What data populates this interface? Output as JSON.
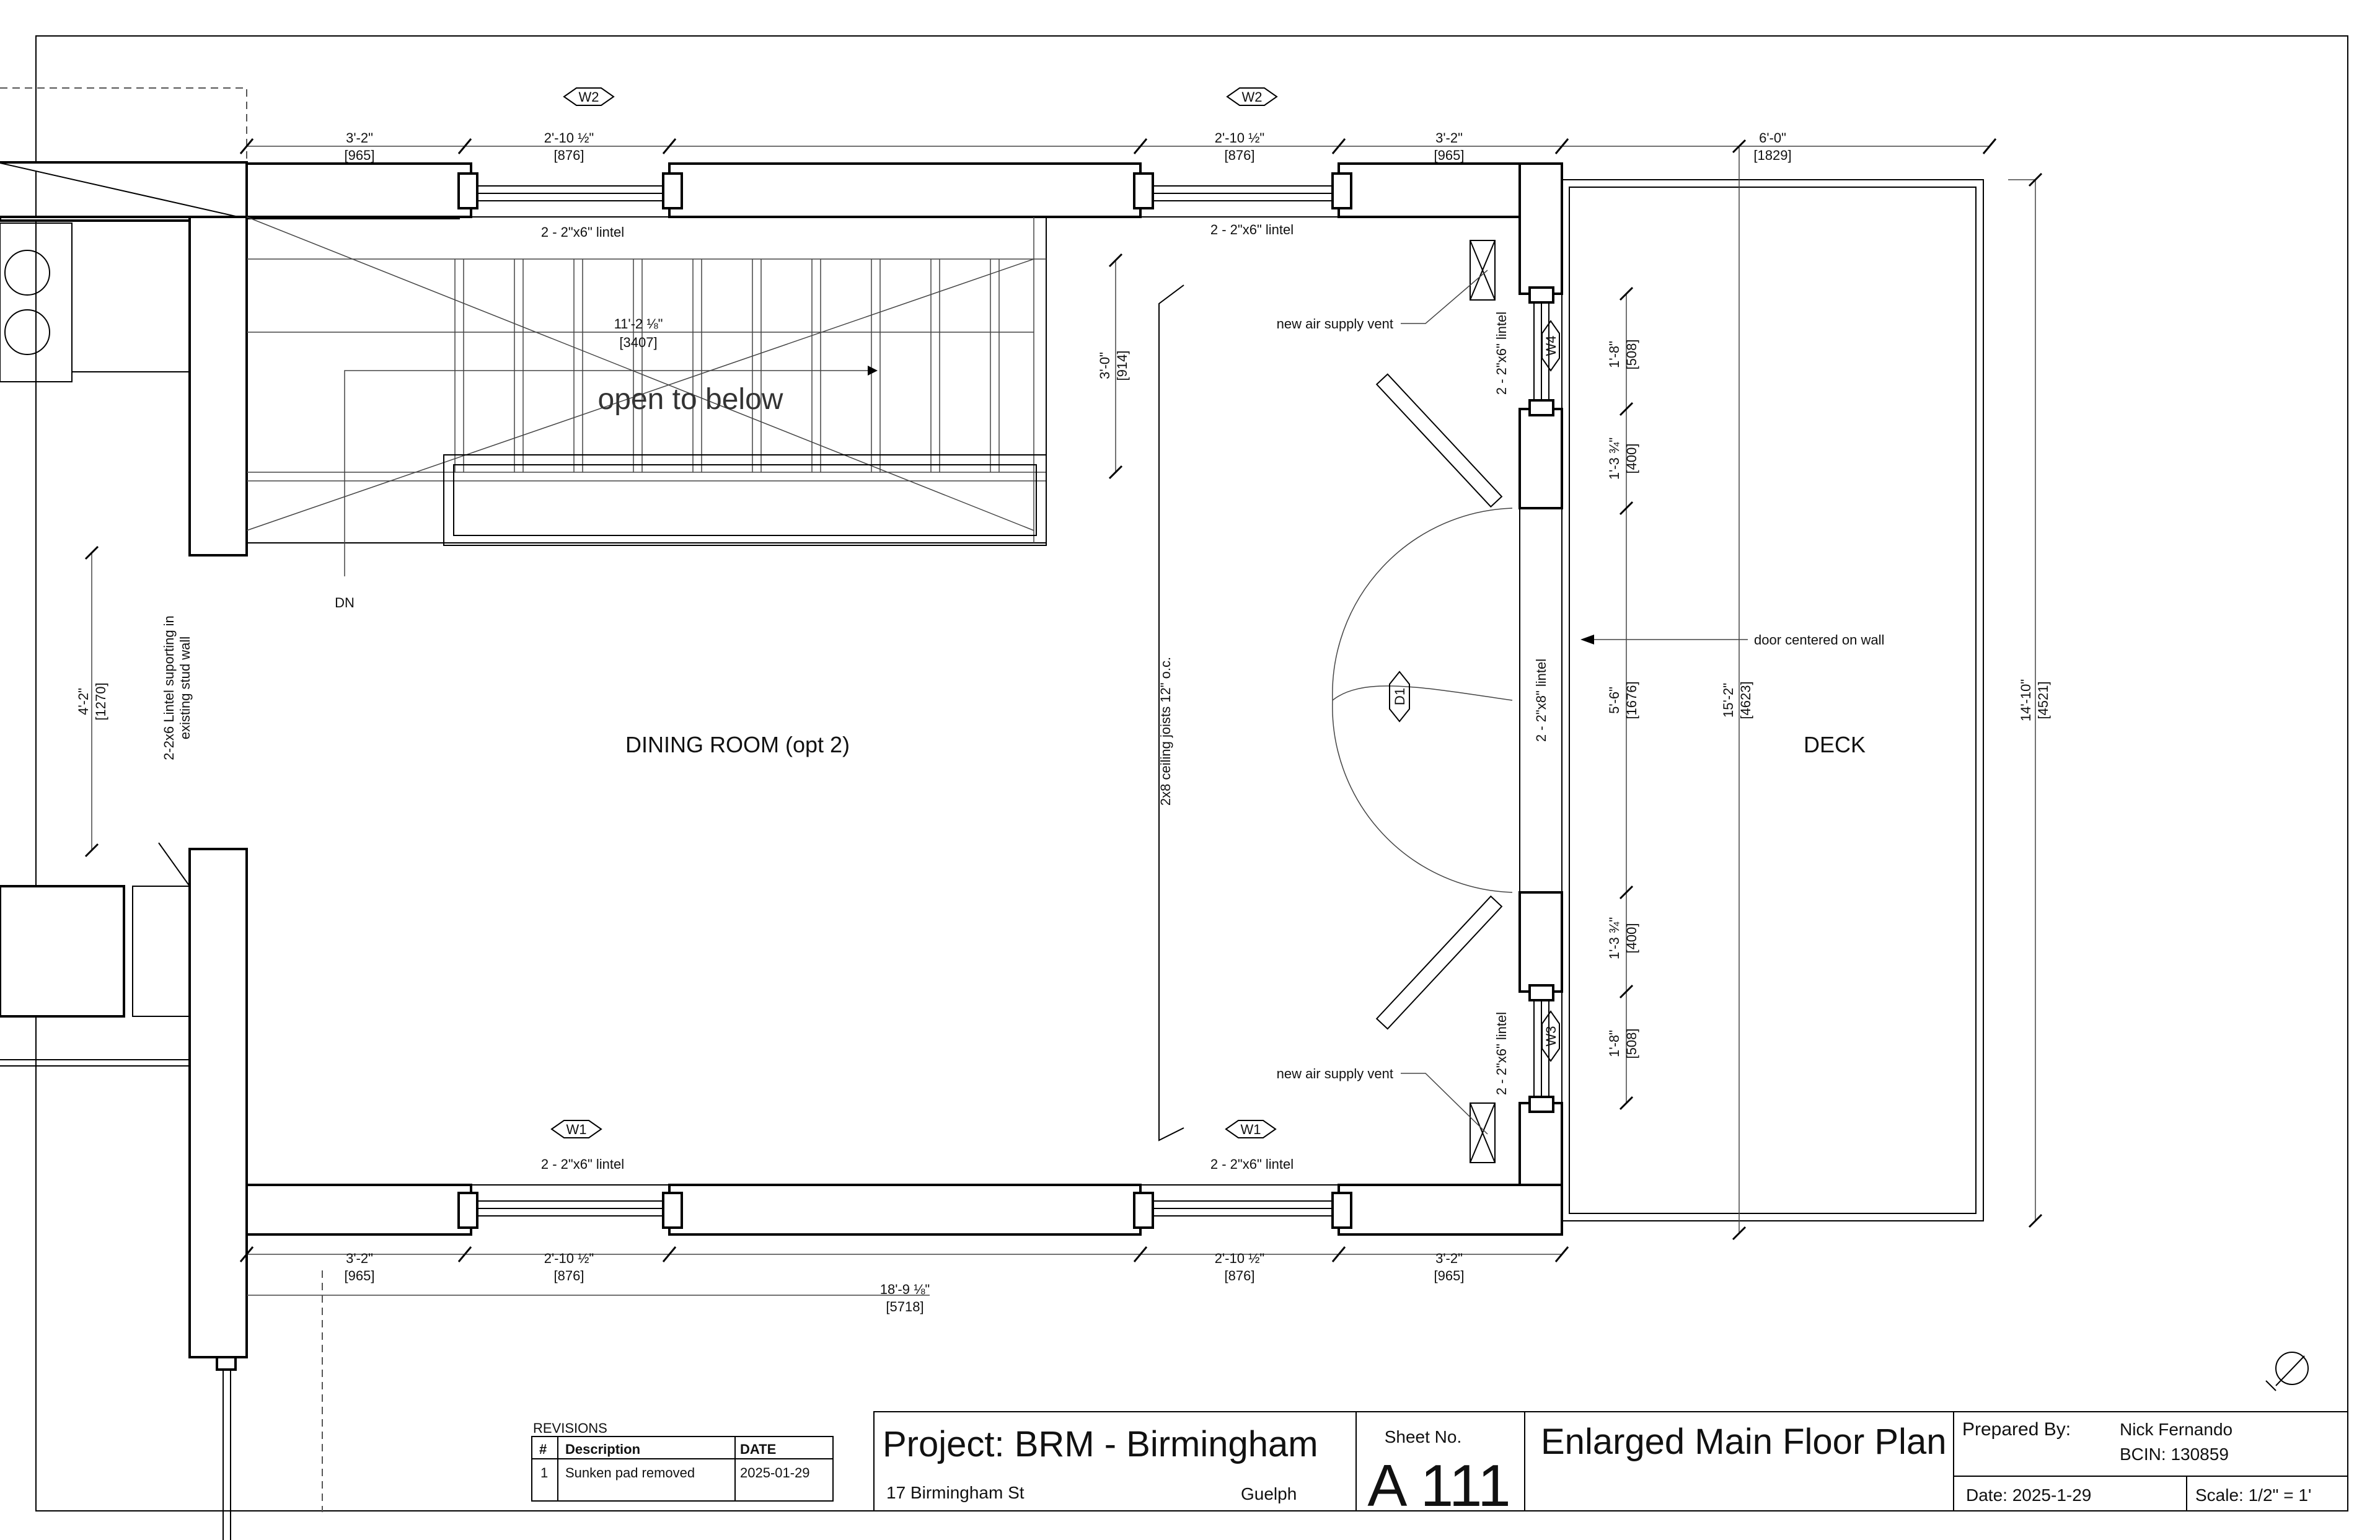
{
  "rooms": {
    "dining": "DINING ROOM (opt 2)",
    "deck": "DECK",
    "stair_note": "open to below",
    "stair_dn": "DN"
  },
  "tags": {
    "w2_left": "W2",
    "w2_right": "W2",
    "w1_left": "W1",
    "w1_right": "W1",
    "w4": "W4",
    "w3": "W3",
    "d1": "D1"
  },
  "notes": {
    "lintel_top_left": "2 - 2\"x6\" lintel",
    "lintel_top_right": "2 - 2\"x6\" lintel",
    "lintel_bottom_left": "2 - 2\"x6\" lintel",
    "lintel_bottom_right": "2 - 2\"x6\" lintel",
    "lintel_w4": "2 - 2\"x6\" lintel",
    "lintel_w3": "2 - 2\"x6\" lintel",
    "lintel_door": "2 - 2\"x8\" lintel",
    "vent_top": "new air supply vent",
    "vent_bottom": "new air supply vent",
    "door_centered": "door centered on wall",
    "joists": "2x8 ceiling joists 12\" o.c.",
    "stud_wall_1": "2-2x6 Lintel suporting in",
    "stud_wall_2": "existing stud wall"
  },
  "dimensions": {
    "top_1": {
      "imp": "3'-2\"",
      "met": "[965]"
    },
    "top_2": {
      "imp": "2'-10 ½\"",
      "met": "[876]"
    },
    "top_3": {
      "imp": "2'-10 ½\"",
      "met": "[876]"
    },
    "top_4": {
      "imp": "3'-2\"",
      "met": "[965]"
    },
    "top_deck": {
      "imp": "6'-0\"",
      "met": "[1829]"
    },
    "stair_len": {
      "imp": "11'-2 ⅛\"",
      "met": "[3407]"
    },
    "stair_w": {
      "imp": "3'-0\"",
      "met": "[914]"
    },
    "left_v": {
      "imp": "4'-2\"",
      "met": "[1270]"
    },
    "bot_1": {
      "imp": "3'-2\"",
      "met": "[965]"
    },
    "bot_2": {
      "imp": "2'-10 ½\"",
      "met": "[876]"
    },
    "bot_3": {
      "imp": "2'-10 ½\"",
      "met": "[876]"
    },
    "bot_4": {
      "imp": "3'-2\"",
      "met": "[965]"
    },
    "bot_total": {
      "imp": "18'-9 ⅛\"",
      "met": "[5718]"
    },
    "r_w4": {
      "imp": "1'-8\"",
      "met": "[508]"
    },
    "r_gap1": {
      "imp": "1'-3 ¾\"",
      "met": "[400]"
    },
    "r_door": {
      "imp": "5'-6\"",
      "met": "[1676]"
    },
    "r_gap2": {
      "imp": "1'-3 ¾\"",
      "met": "[400]"
    },
    "r_w3": {
      "imp": "1'-8\"",
      "met": "[508]"
    },
    "r_total": {
      "imp": "15'-2\"",
      "met": "[4623]"
    },
    "deck_depth": {
      "imp": "14'-10\"",
      "met": "[4521]"
    }
  },
  "revisions": {
    "title": "REVISIONS",
    "headers": [
      "#",
      "Description",
      "DATE"
    ],
    "rows": [
      {
        "num": "1",
        "desc": "Sunken pad removed",
        "date": "2025-01-29"
      }
    ]
  },
  "title_block": {
    "project": "Project: BRM - Birmingham",
    "address": "17 Birmingham St",
    "city": "Guelph",
    "sheet_label": "Sheet No.",
    "sheet_no": "A 111",
    "sheet_title": "Enlarged Main Floor Plan",
    "prepared_label": "Prepared By:",
    "prepared_name": "Nick Fernando",
    "bcin": "BCIN: 130859",
    "date": "Date: 2025-1-29",
    "scale": "Scale: 1/2\" = 1'"
  }
}
